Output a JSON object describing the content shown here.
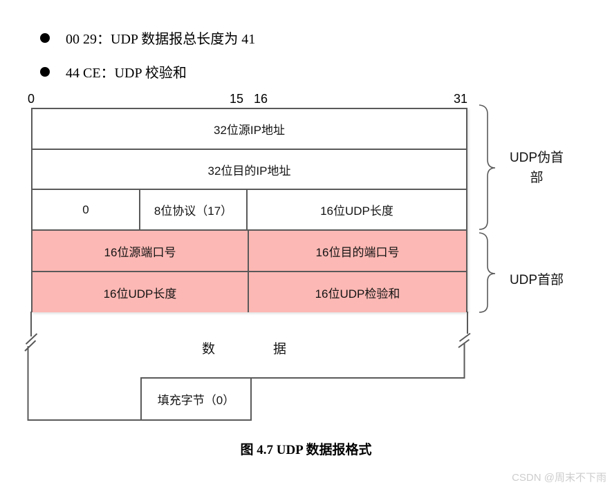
{
  "bullets": [
    {
      "label": "00 29：UDP 数据报总长度为 41"
    },
    {
      "label": "44 CE：UDP 校验和"
    }
  ],
  "bit_ruler": {
    "start": "0",
    "mid_left": "15",
    "mid_right": "16",
    "end": "31"
  },
  "table": {
    "row_src_ip": "32位源IP地址",
    "row_dst_ip": "32位目的IP地址",
    "cell_zero": "0",
    "cell_protocol": "8位协议（17）",
    "cell_udp_len_pseudo": "16位UDP长度",
    "cell_src_port": "16位源端口号",
    "cell_dst_port": "16位目的端口号",
    "cell_udp_len": "16位UDP长度",
    "cell_udp_checksum": "16位UDP检验和",
    "data_char_1": "数",
    "data_char_2": "据",
    "cell_padding": "填充字节（0）"
  },
  "annotations": {
    "pseudo_header_line1": "UDP伪首",
    "pseudo_header_line2": "部",
    "udp_header": "UDP首部"
  },
  "caption": "图 4.7 UDP 数据报格式",
  "watermark": "CSDN @周末不下雨",
  "colors": {
    "pink": "#fcb8b4",
    "line": "#595959"
  }
}
